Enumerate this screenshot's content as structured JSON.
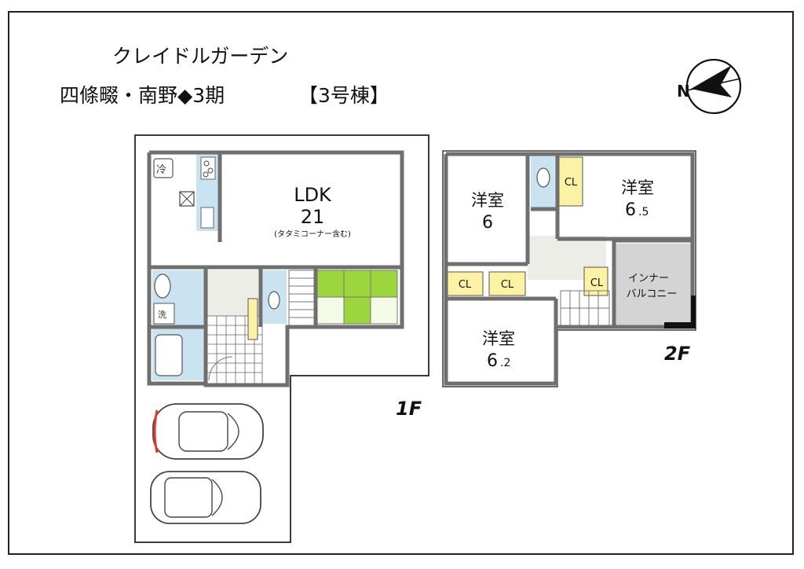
{
  "header": {
    "title": "クレイドルガーデン",
    "subtitle": "四條畷・南野◆3期",
    "building": "【3号棟】"
  },
  "compass": {
    "label": "N"
  },
  "floor1": {
    "label": "1F",
    "ldk_name": "LDK",
    "ldk_size": "21",
    "ldk_note": "(タタミコーナー含む)",
    "fridge_label": "冷",
    "washer_label": "洗"
  },
  "floor2": {
    "label": "2F",
    "room_a_name": "洋室",
    "room_a_size": "6",
    "room_b_name": "洋室",
    "room_b_size_main": "6",
    "room_b_size_dec": ".5",
    "room_c_name": "洋室",
    "room_c_size_main": "6",
    "room_c_size_dec": ".2",
    "closet_labels": [
      "CL",
      "CL",
      "CL",
      "CL"
    ],
    "balcony_line1": "インナー",
    "balcony_line2": "バルコニー"
  },
  "colors": {
    "wall": "#6f6f6f",
    "wet_area": "#c9e3f1",
    "closet": "#fdf2a4",
    "tatami": "#9bd73c",
    "tatami_light": "#f3fbe6",
    "balcony": "#d4d4d4",
    "hall_floor": "#ebede6"
  }
}
